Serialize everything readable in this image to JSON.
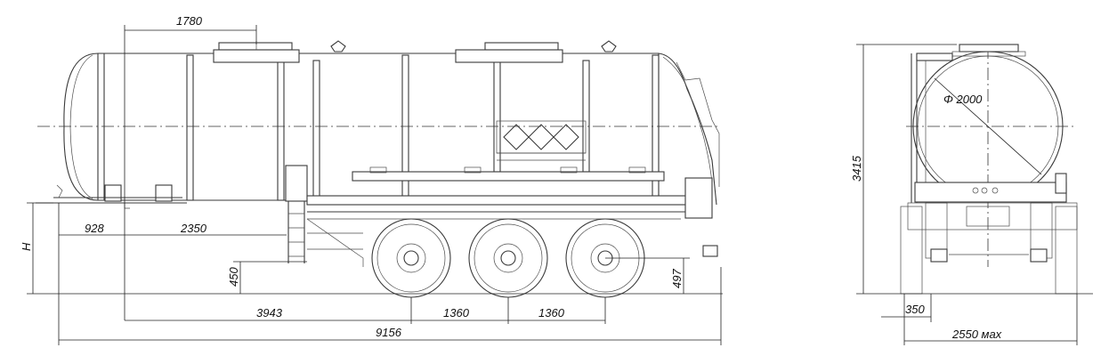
{
  "side_view": {
    "dims": {
      "top_1780": "1780",
      "left_928": "928",
      "left_2350": "2350",
      "h_label": "H",
      "ground_450": "450",
      "axle_497": "497",
      "len_3943": "3943",
      "spacing_1": "1360",
      "spacing_2": "1360",
      "total_9156": "9156"
    }
  },
  "rear_view": {
    "dims": {
      "diameter": "Φ 2000",
      "height_3415": "3415",
      "track_350": "350",
      "width_2550": "2550 мах"
    }
  },
  "colors": {
    "line": "#3a3a3a",
    "text": "#111111"
  }
}
